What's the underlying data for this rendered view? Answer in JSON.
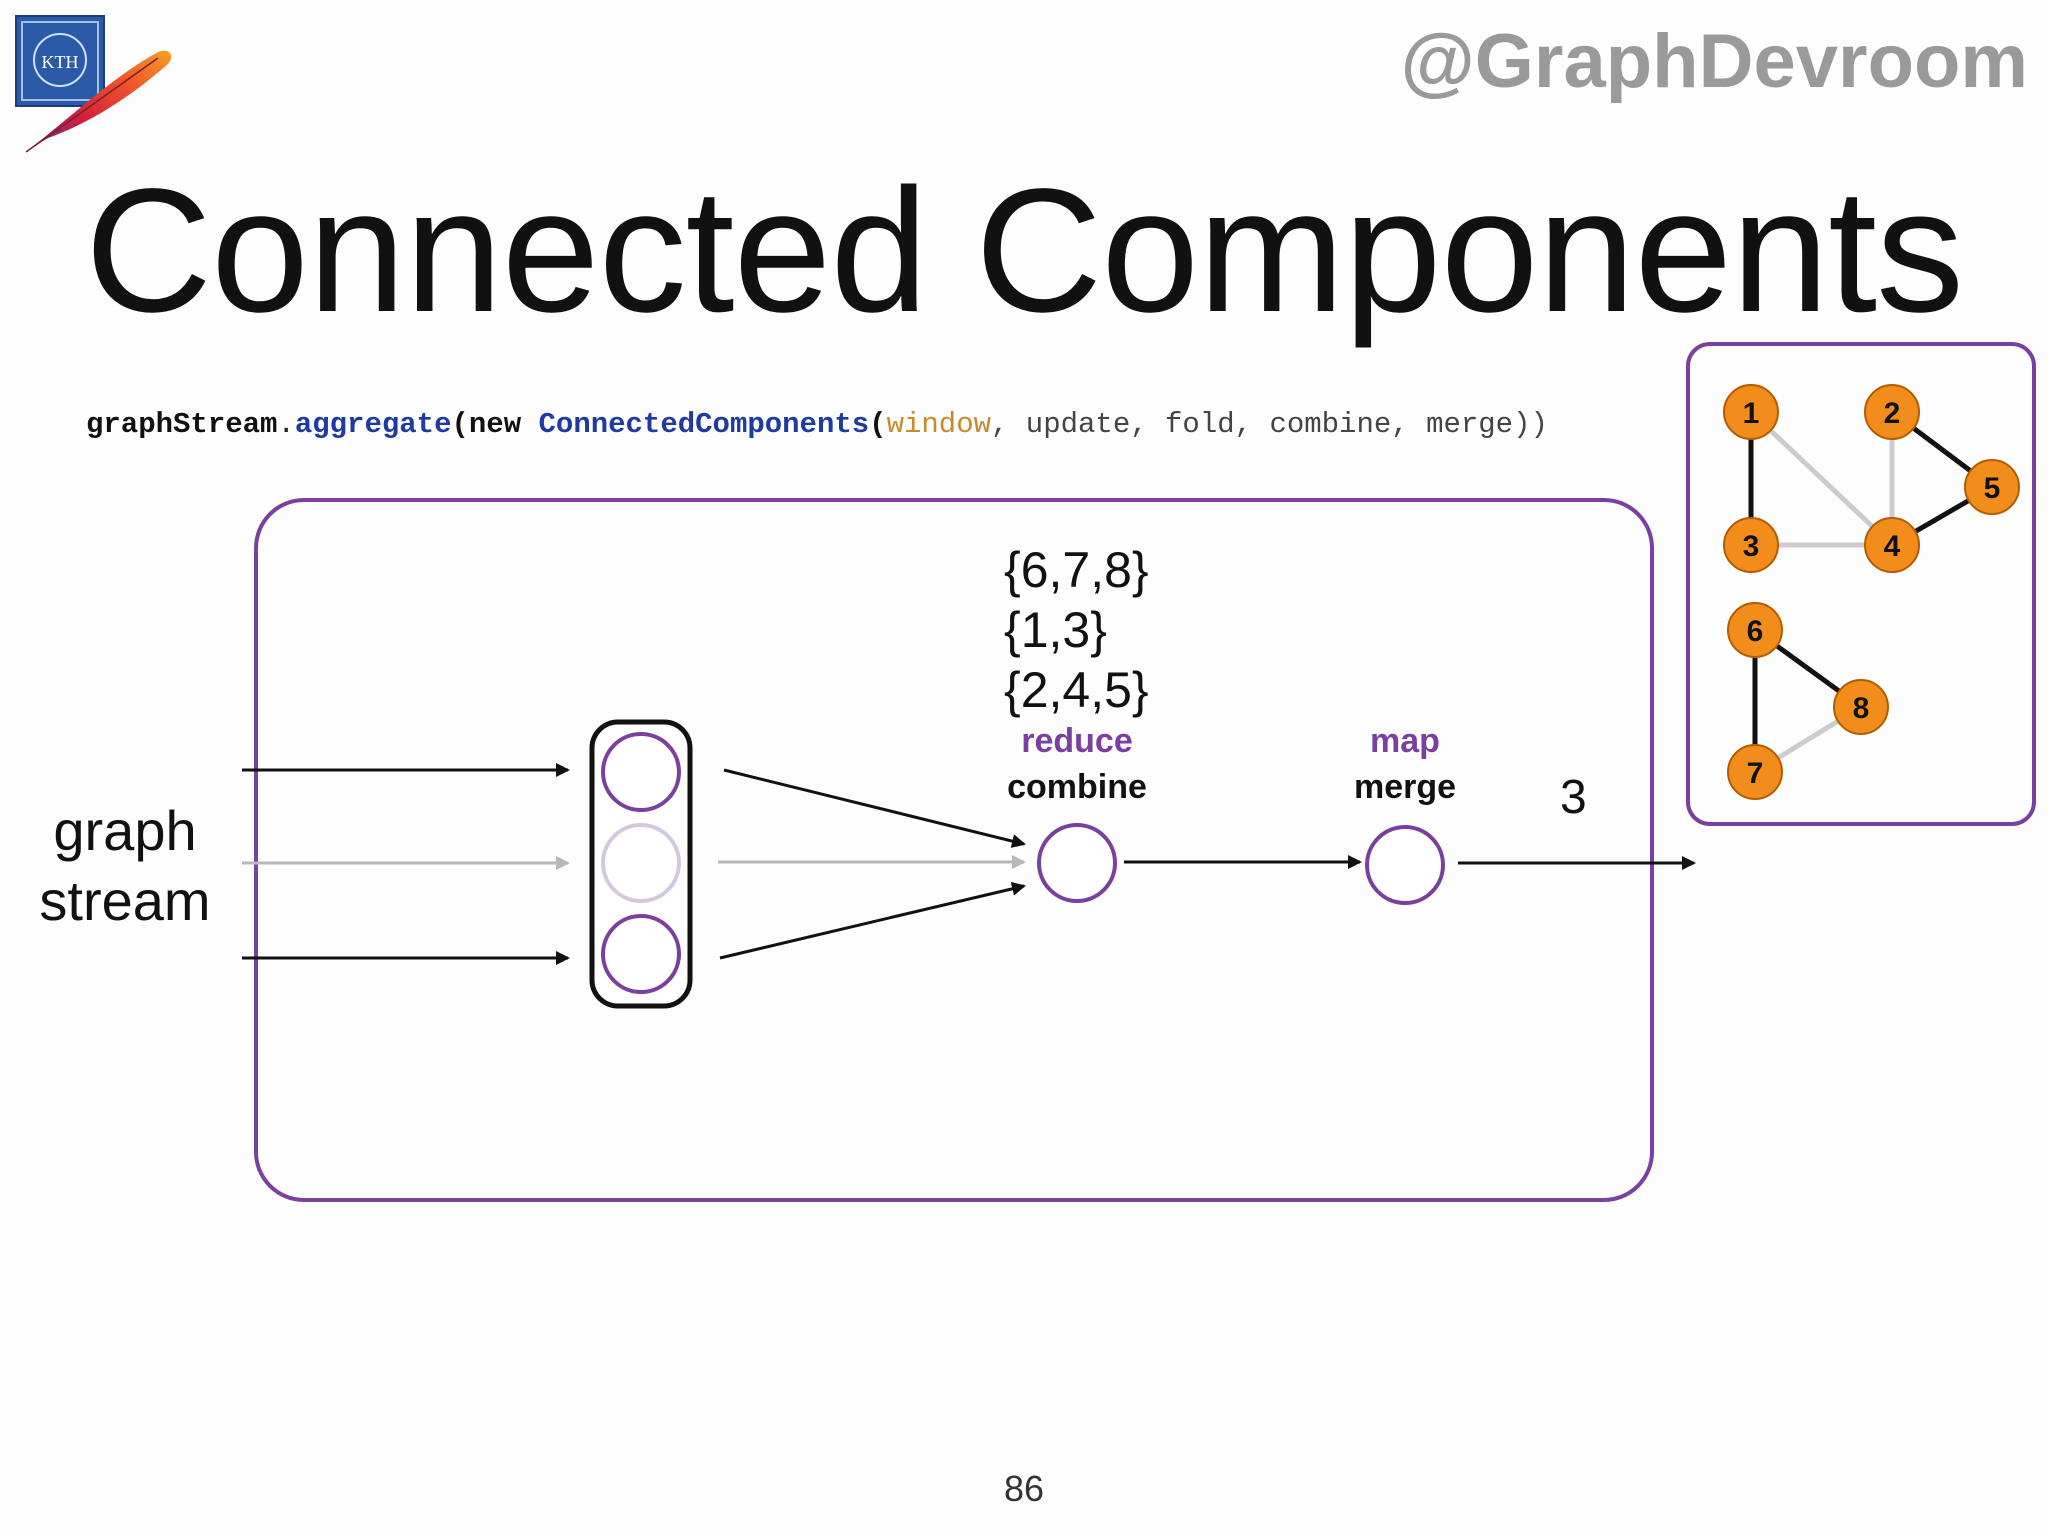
{
  "header": {
    "handle": "@GraphDevroom",
    "logo_icon": "kth-apache-feather-logo"
  },
  "title": "Connected Components",
  "code": {
    "object": "graphStream",
    "dot": ".",
    "method": "aggregate",
    "open1": "(",
    "kw_new": "new",
    "class_name": "ConnectedComponents",
    "open2": "(",
    "arg_window": "window",
    "rest_args": ", update, fold, combine, merge))"
  },
  "input_label": {
    "line1": "graph",
    "line2": "stream"
  },
  "component_sets": [
    "{6,7,8}",
    "{1,3}",
    "{2,4,5}"
  ],
  "combine_stage": {
    "op_label": "reduce",
    "fn_label": "combine"
  },
  "merge_stage": {
    "op_label": "map",
    "fn_label": "merge"
  },
  "output_value": "3",
  "page_number": "86",
  "graph_example": {
    "nodes": [
      "1",
      "2",
      "3",
      "4",
      "5",
      "6",
      "7",
      "8"
    ],
    "colors": {
      "node_fill": "#f28c1b",
      "node_stroke": "#b35c00",
      "edge_dark": "#111111",
      "edge_light": "#cccccc",
      "frame": "#7a3fa0"
    }
  },
  "colors": {
    "purple": "#7a3fa0",
    "light_arrow": "#b8b8b8",
    "dark_arrow": "#111111"
  }
}
